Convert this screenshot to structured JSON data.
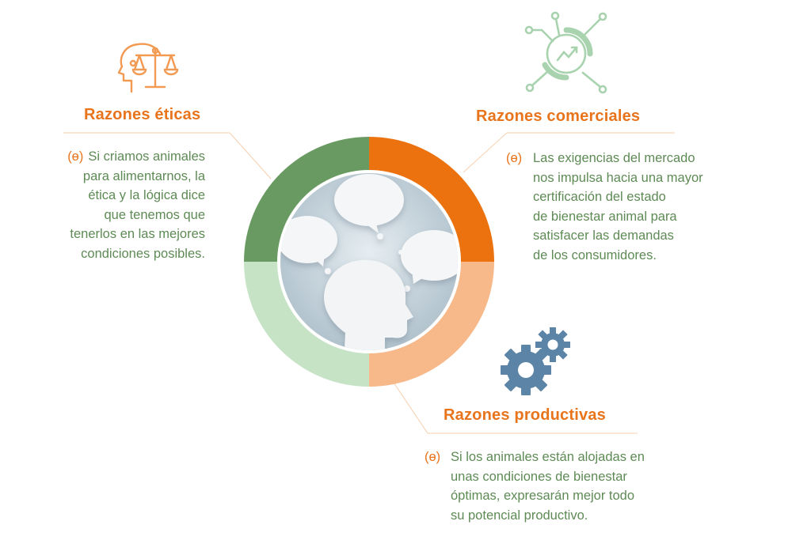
{
  "colors": {
    "orange": "#e8741c",
    "dark_green": "#6a9a62",
    "light_green": "#c7e3c6",
    "light_orange": "#f6b886",
    "text_green": "#5e8a55",
    "gear_blue": "#5b84a6",
    "icon_orange": "#f29a52",
    "icon_green": "#a8d3ae"
  },
  "center_image": "thought-bubbles-over-head",
  "sections": {
    "eticas": {
      "title": "Razones éticas",
      "icon": "head-with-scales-icon",
      "bullet": "(ɵ)",
      "lines": [
        "Si criamos animales",
        "para alimentarnos, la",
        "ética y la lógica dice",
        "que tenemos que",
        "tenerlos en las mejores",
        "condiciones posibles."
      ]
    },
    "comerciales": {
      "title": "Razones comerciales",
      "icon": "growth-circuit-icon",
      "bullet": "(ɵ)",
      "lines": [
        "Las exigencias del mercado",
        "nos impulsa hacia una mayor",
        "certificación del estado",
        "de bienestar animal para",
        "satisfacer las demandas",
        "de los consumidores."
      ]
    },
    "productivas": {
      "title": "Razones productivas",
      "icon": "gears-icon",
      "bullet": "(ɵ)",
      "lines": [
        "Si los animales están alojadas en",
        "unas condiciones de bienestar",
        "óptimas, expresarán mejor todo",
        "su potencial productivo."
      ]
    }
  }
}
